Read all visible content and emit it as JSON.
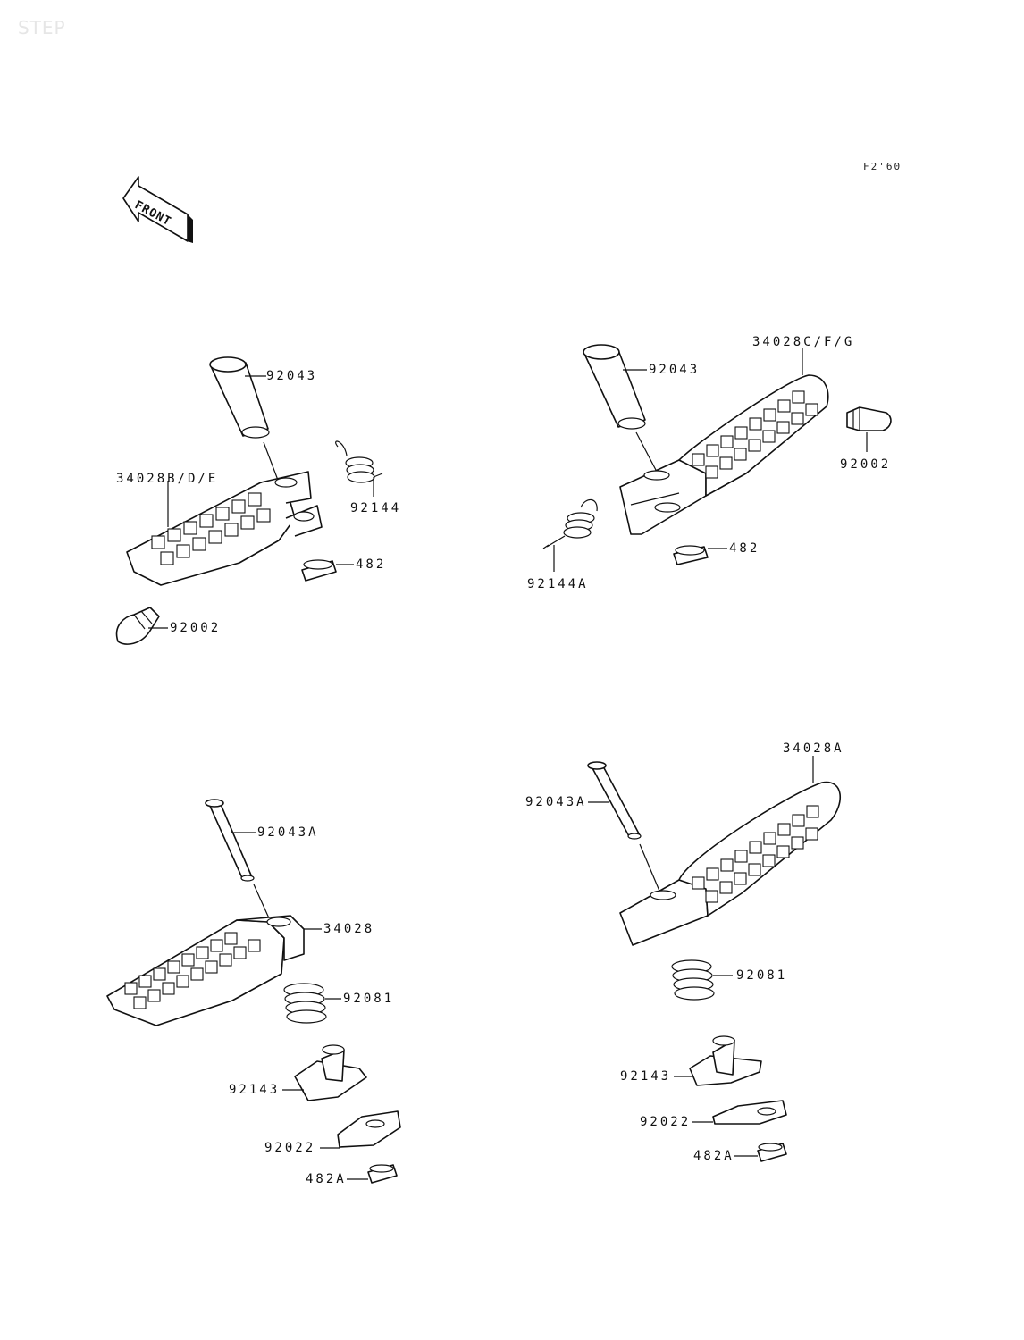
{
  "watermark": "STEP",
  "figure_code": "F2'60",
  "front_arrow_label": "FRONT",
  "groups": {
    "top_left": {
      "pin": "92043",
      "footpeg": "34028B/D/E",
      "spring": "92144",
      "clip": "482",
      "slider": "92002"
    },
    "top_right": {
      "pin": "92043",
      "footpeg": "34028C/F/G",
      "slider": "92002",
      "spring": "92144A",
      "clip": "482"
    },
    "bottom_left": {
      "pin": "92043A",
      "footpeg": "34028",
      "spring": "92081",
      "holder": "92143",
      "plate": "92022",
      "clip": "482A"
    },
    "bottom_right": {
      "footpeg": "34028A",
      "pin": "92043A",
      "spring": "92081",
      "holder": "92143",
      "plate": "92022",
      "clip": "482A"
    }
  }
}
